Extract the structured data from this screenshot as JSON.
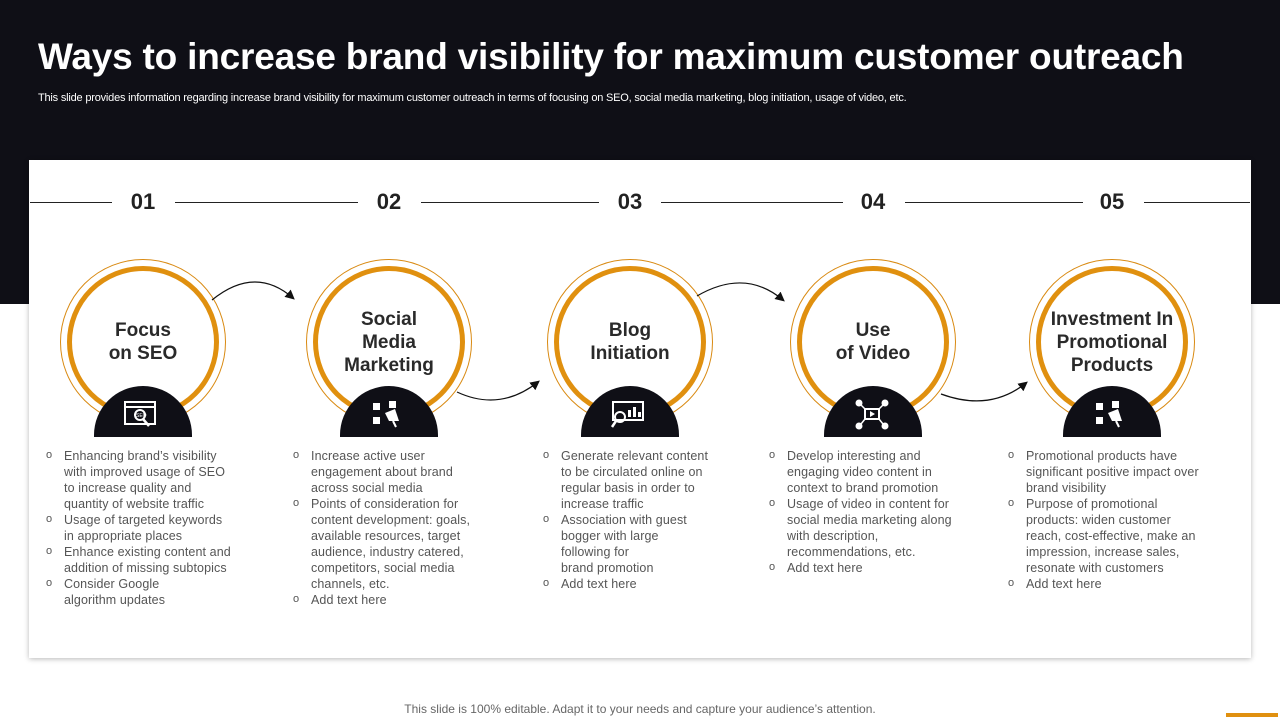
{
  "header": {
    "title": "Ways to increase brand visibility for maximum customer outreach",
    "subtitle": "This slide provides information regarding increase brand visibility for maximum customer outreach in terms of focusing on SEO, social media marketing, blog initiation, usage of video, etc."
  },
  "colors": {
    "dark": "#0f0f16",
    "accent": "#e0900f",
    "text": "#555555"
  },
  "steps": [
    {
      "number": "01",
      "label": "Focus\non SEO",
      "icon": "seo-browser-icon",
      "bullets": [
        "Enhancing brand’s visibility\nwith improved  usage of SEO\nto increase quality and\nquantity of website traffic",
        "Usage of targeted keywords\nin appropriate  places",
        "Enhance existing content and\naddition of missing subtopics",
        "Consider Google\nalgorithm updates"
      ]
    },
    {
      "number": "02",
      "label": "Social\nMedia\nMarketing",
      "icon": "social-media-megaphone-icon",
      "bullets": [
        "Increase active user\nengagement about brand\nacross social media",
        "Points of consideration  for\ncontent development:  goals,\navailable  resources, target\naudience, industry catered,\ncompetitors, social media\nchannels, etc.",
        "Add text here"
      ]
    },
    {
      "number": "03",
      "label": "Blog\nInitiation",
      "icon": "blog-analytics-icon",
      "bullets": [
        "Generate  relevant  content\nto be circulated online on\nregular basis in order to\nincrease traffic",
        "Association with guest\nbogger with large\nfollowing for\nbrand promotion",
        "Add text here"
      ]
    },
    {
      "number": "04",
      "label": "Use\nof Video",
      "icon": "video-network-icon",
      "bullets": [
        "Develop interesting and\nengaging video content in\ncontext to brand promotion",
        "Usage of video in content for\nsocial media marketing along\nwith description,\nrecommendations,  etc.",
        "Add text here"
      ]
    },
    {
      "number": "05",
      "label": "Investment In\nPromotional\nProducts",
      "icon": "promotion-megaphone-icon",
      "bullets": [
        "Promotional products have\nsignificant positive impact over\nbrand visibility",
        "Purpose of promotional\nproducts: widen customer\nreach, cost-effective,  make an\nimpression, increase sales,\nresonate with customers",
        "Add text here"
      ]
    }
  ],
  "footer": {
    "text": "This slide is 100% editable. Adapt it to your needs and capture your audience’s attention."
  }
}
